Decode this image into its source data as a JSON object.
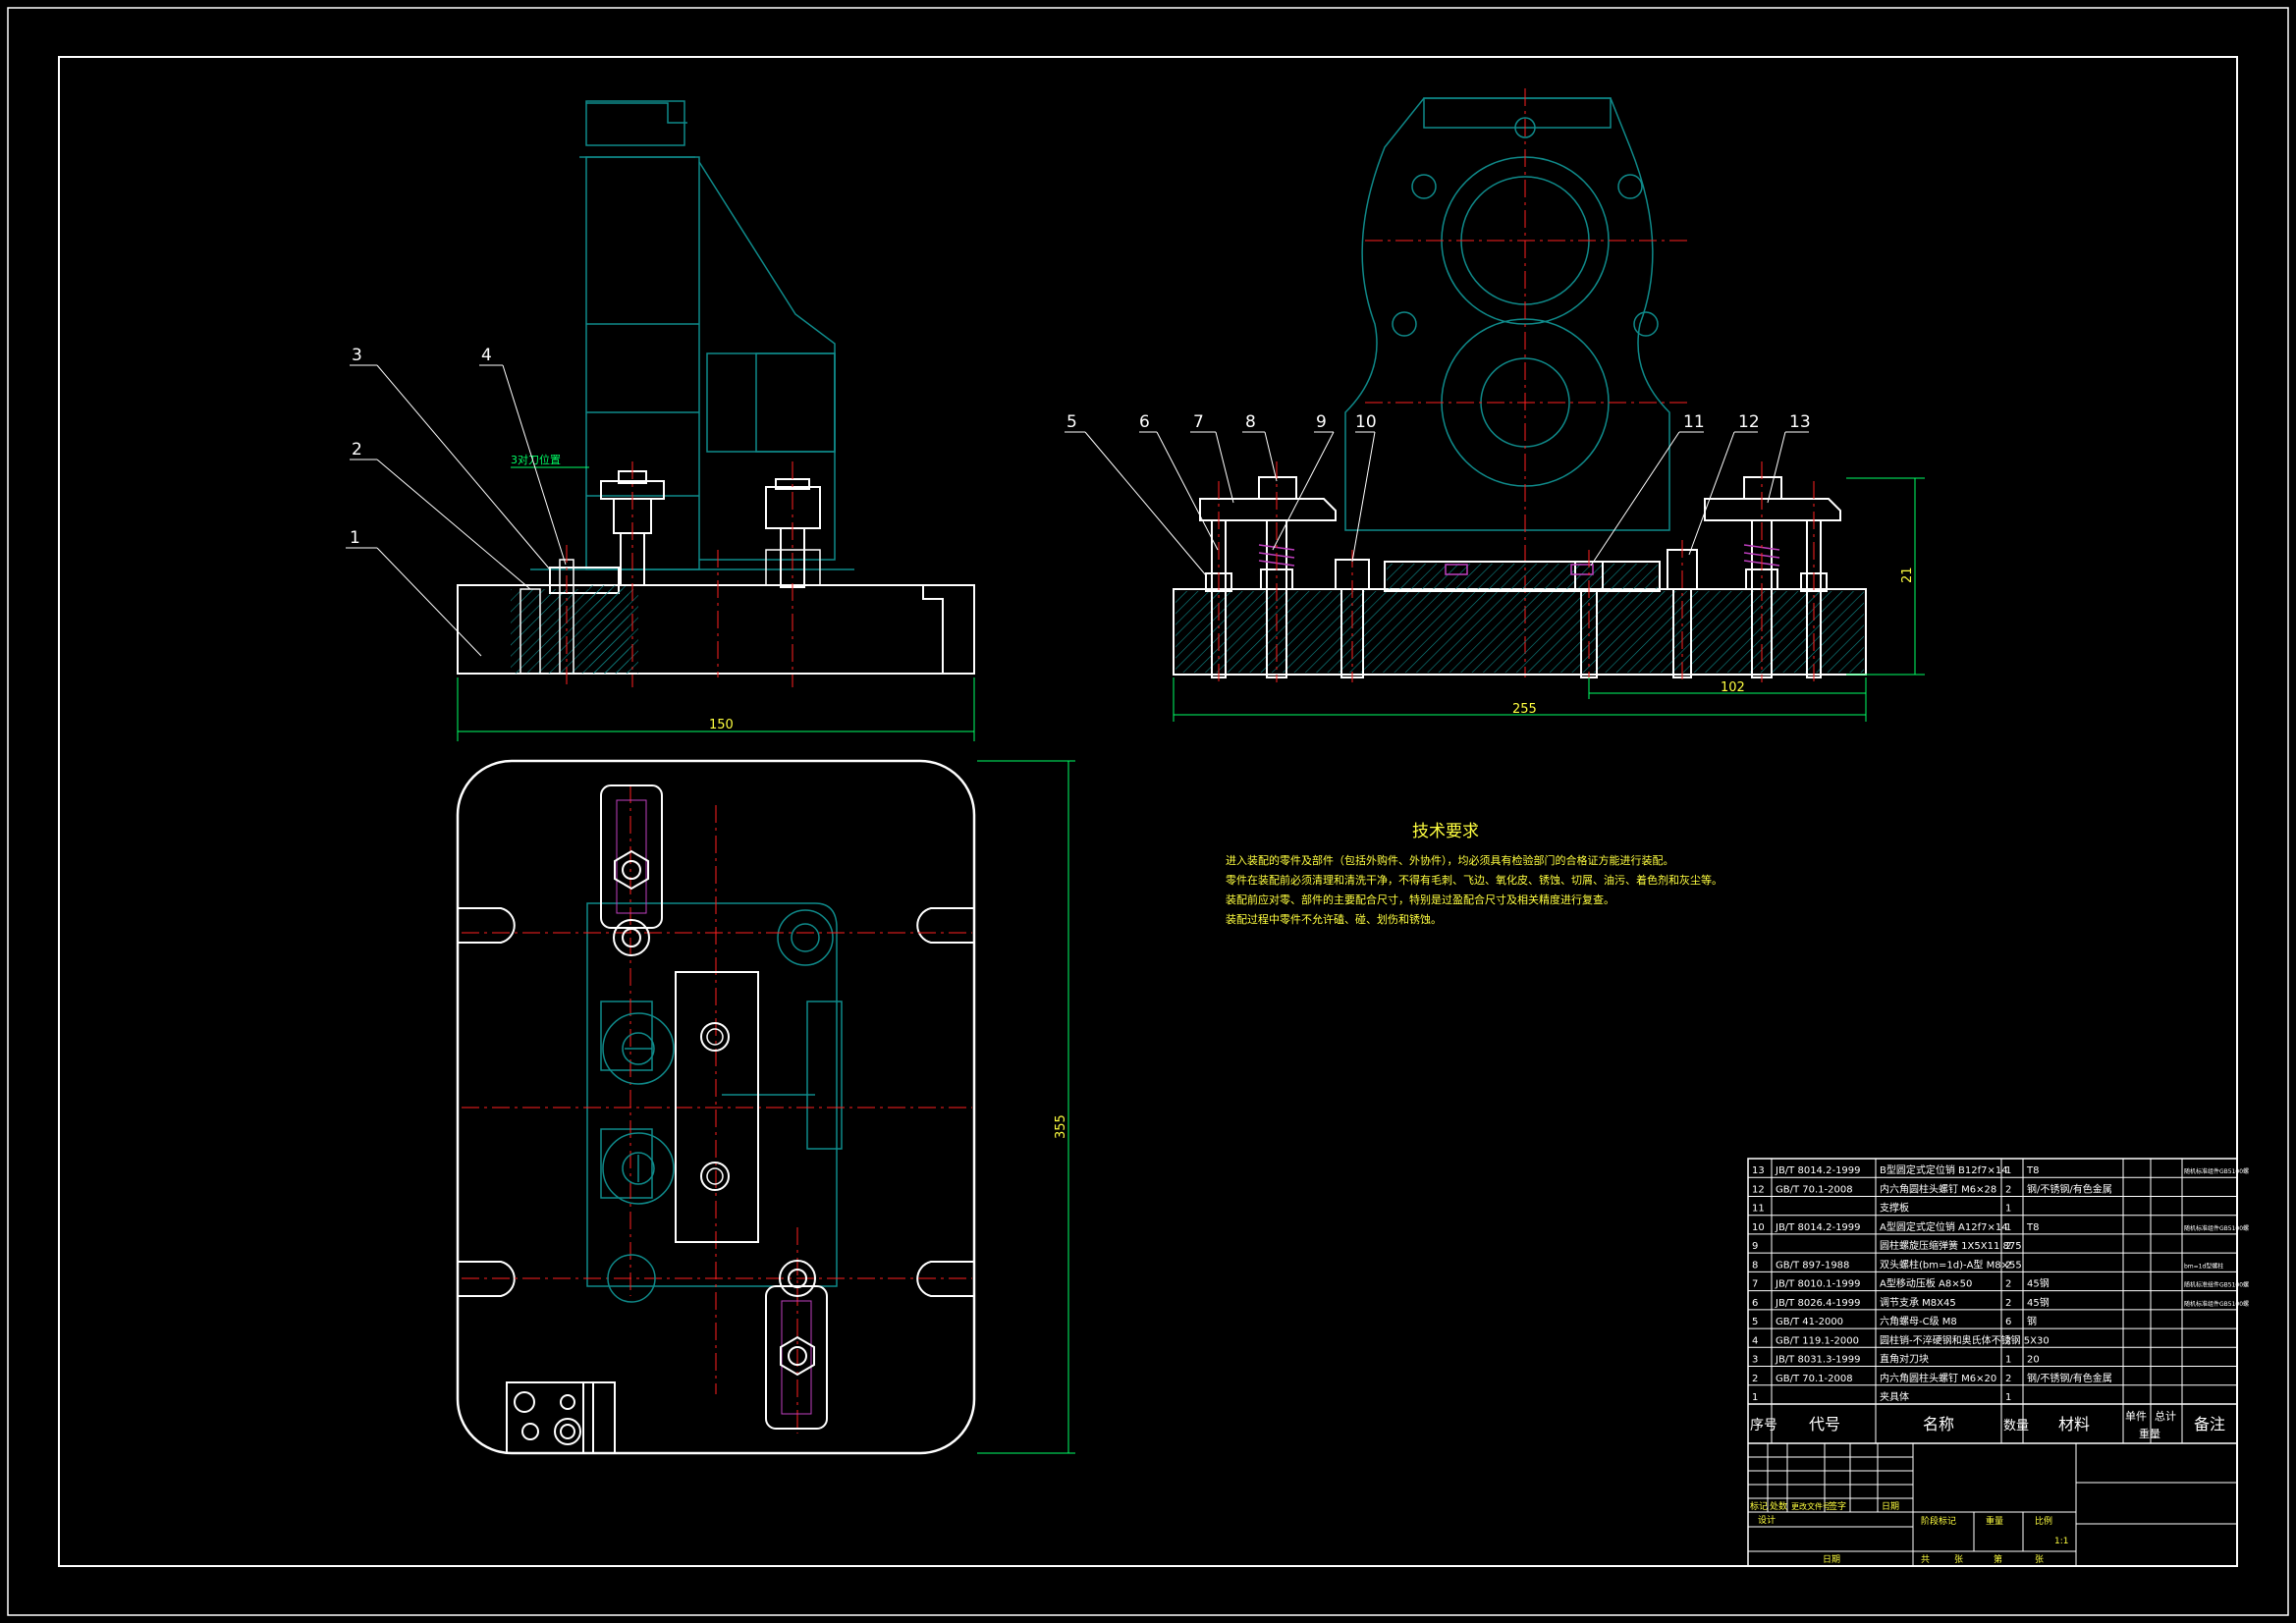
{
  "drawing": {
    "title_block": {
      "col_headers": [
        "序号",
        "代号",
        "名称",
        "数量",
        "材料",
        "单件",
        "总计",
        "备注"
      ],
      "weight_label": "重量",
      "parts": [
        {
          "no": "13",
          "code": "JB/T 8014.2-1999",
          "name": "B型圆定式定位销 B12f7×14",
          "qty": "1",
          "material": "T8",
          "note": "随机标准组件GB5100螺"
        },
        {
          "no": "12",
          "code": "GB/T 70.1-2008",
          "name": "内六角圆柱头螺钉 M6×28",
          "qty": "2",
          "material": "钢/不锈钢/有色金属",
          "note": ""
        },
        {
          "no": "11",
          "code": "",
          "name": "支撑板",
          "qty": "1",
          "material": "",
          "note": ""
        },
        {
          "no": "10",
          "code": "JB/T 8014.2-1999",
          "name": "A型圆定式定位销 A12f7×14",
          "qty": "1",
          "material": "T8",
          "note": "随机标准组件GB5100螺"
        },
        {
          "no": "9",
          "code": "",
          "name": "圆柱螺旋压缩弹簧 1X5X11.875",
          "qty": "2",
          "material": "",
          "note": ""
        },
        {
          "no": "8",
          "code": "GB/T 897-1988",
          "name": "双头螺柱(bm=1d)-A型 M8×55",
          "qty": "2",
          "material": "",
          "note": "bm=1d型螺柱"
        },
        {
          "no": "7",
          "code": "JB/T 8010.1-1999",
          "name": "A型移动压板 A8×50",
          "qty": "2",
          "material": "45钢",
          "note": "随机标准组件GB5100螺"
        },
        {
          "no": "6",
          "code": "JB/T 8026.4-1999",
          "name": "调节支承 M8X45",
          "qty": "2",
          "material": "45钢",
          "note": "随机标准组件GB5100螺"
        },
        {
          "no": "5",
          "code": "GB/T 41-2000",
          "name": "六角螺母-C级 M8",
          "qty": "6",
          "material": "钢",
          "note": ""
        },
        {
          "no": "4",
          "code": "GB/T 119.1-2000",
          "name": "圆柱销-不淬硬钢和奥氏体不锈钢 5X30",
          "qty": "2",
          "material": "",
          "note": ""
        },
        {
          "no": "3",
          "code": "JB/T 8031.3-1999",
          "name": "直角对刀块",
          "qty": "1",
          "material": "20",
          "note": ""
        },
        {
          "no": "2",
          "code": "GB/T 70.1-2008",
          "name": "内六角圆柱头螺钉 M6×20",
          "qty": "2",
          "material": "钢/不锈钢/有色金属",
          "note": ""
        },
        {
          "no": "1",
          "code": "",
          "name": "夹具体",
          "qty": "1",
          "material": "",
          "note": ""
        }
      ],
      "sign_labels": [
        "标记",
        "处数",
        "更改文件号",
        "签字",
        "日期"
      ],
      "design_label": "设计",
      "stage_labels": [
        "阶段标记",
        "重量",
        "比例"
      ],
      "scale": "1:1",
      "sheet_labels": [
        "共",
        "张",
        "第",
        "张"
      ],
      "approve_label": "日期"
    },
    "tech_requirements": {
      "title": "技术要求",
      "lines": [
        "进入装配的零件及部件（包括外购件、外协件），均必须具有检验部门的合格证方能进行装配。",
        "零件在装配前必须清理和清洗干净，不得有毛刺、飞边、氧化皮、锈蚀、切屑、油污、着色剂和灰尘等。",
        "装配前应对零、部件的主要配合尺寸，特别是过盈配合尺寸及相关精度进行复查。",
        "装配过程中零件不允许磕、碰、划伤和锈蚀。"
      ]
    },
    "dimensions": {
      "front_width": "150",
      "side_width": "255",
      "side_inner": "102",
      "side_height": "21",
      "plan_height": "355",
      "tool_setting_label": "3对刀位置"
    },
    "balloons_front": [
      "3",
      "4",
      "2",
      "1"
    ],
    "balloons_side": [
      "5",
      "6",
      "7",
      "8",
      "9",
      "10",
      "11",
      "12",
      "13"
    ]
  }
}
